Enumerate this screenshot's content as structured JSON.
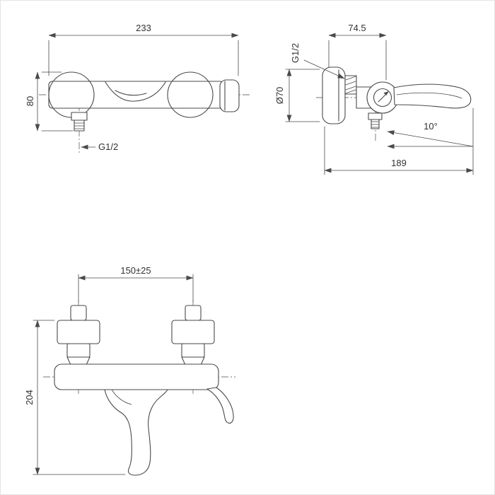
{
  "colors": {
    "line": "#4a4a4a",
    "text": "#333333",
    "background": "#ffffff"
  },
  "views": {
    "front_top": {
      "width": "233",
      "height": "80",
      "outlet_thread": "G1/2"
    },
    "side": {
      "depth": "74.5",
      "inlet_thread": "G1/2",
      "flange_diameter": "Ø70",
      "spout_angle": "10°",
      "reach": "189"
    },
    "front_bottom": {
      "inlet_spacing": "150±25",
      "height": "204"
    }
  }
}
